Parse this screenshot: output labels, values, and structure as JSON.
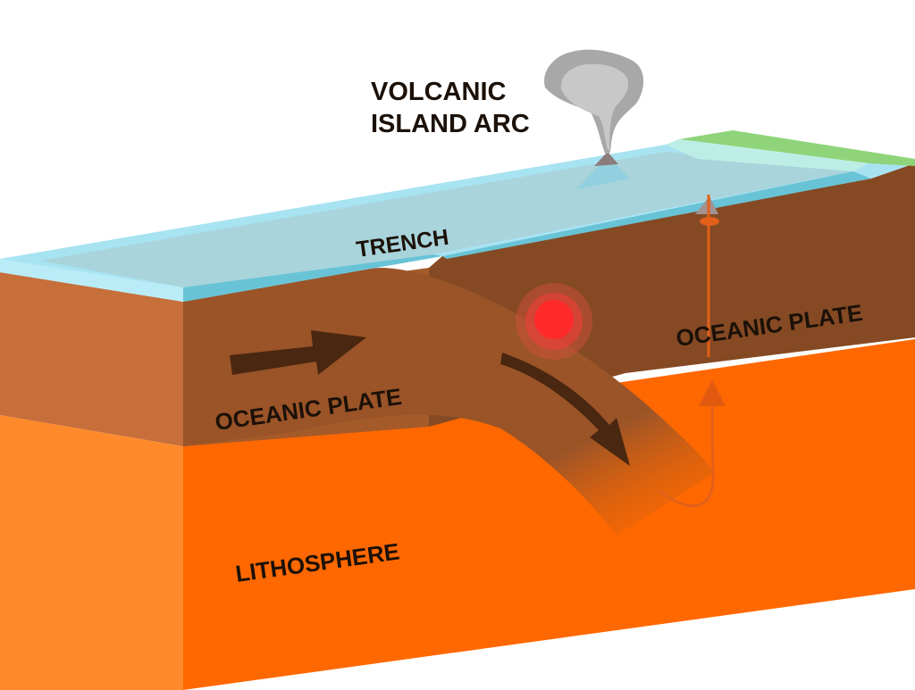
{
  "diagram": {
    "labels": {
      "volcanic_arc_line1": "VOLCANIC",
      "volcanic_arc_line2": "ISLAND ARC",
      "trench": "TRENCH",
      "oceanic_plate_left": "OCEANIC PLATE",
      "oceanic_plate_right": "OCEANIC PLATE",
      "lithosphere": "LITHOSPHERE"
    },
    "colors": {
      "ocean_surface": "#a8e3f2",
      "ocean_water": "#a9d4db",
      "ocean_edge": "#69c3d6",
      "land": "#8fd47a",
      "crust_front": "#c36e3a",
      "crust_right": "#854a24",
      "slab": "#9a5428",
      "mantle_front": "#ff8a2a",
      "mantle_right": "#ff6600",
      "arrow": "#4a2710",
      "magma": "#ff2a2a",
      "ash_cloud": "#a8a8a8",
      "label": "#1c1108"
    }
  }
}
